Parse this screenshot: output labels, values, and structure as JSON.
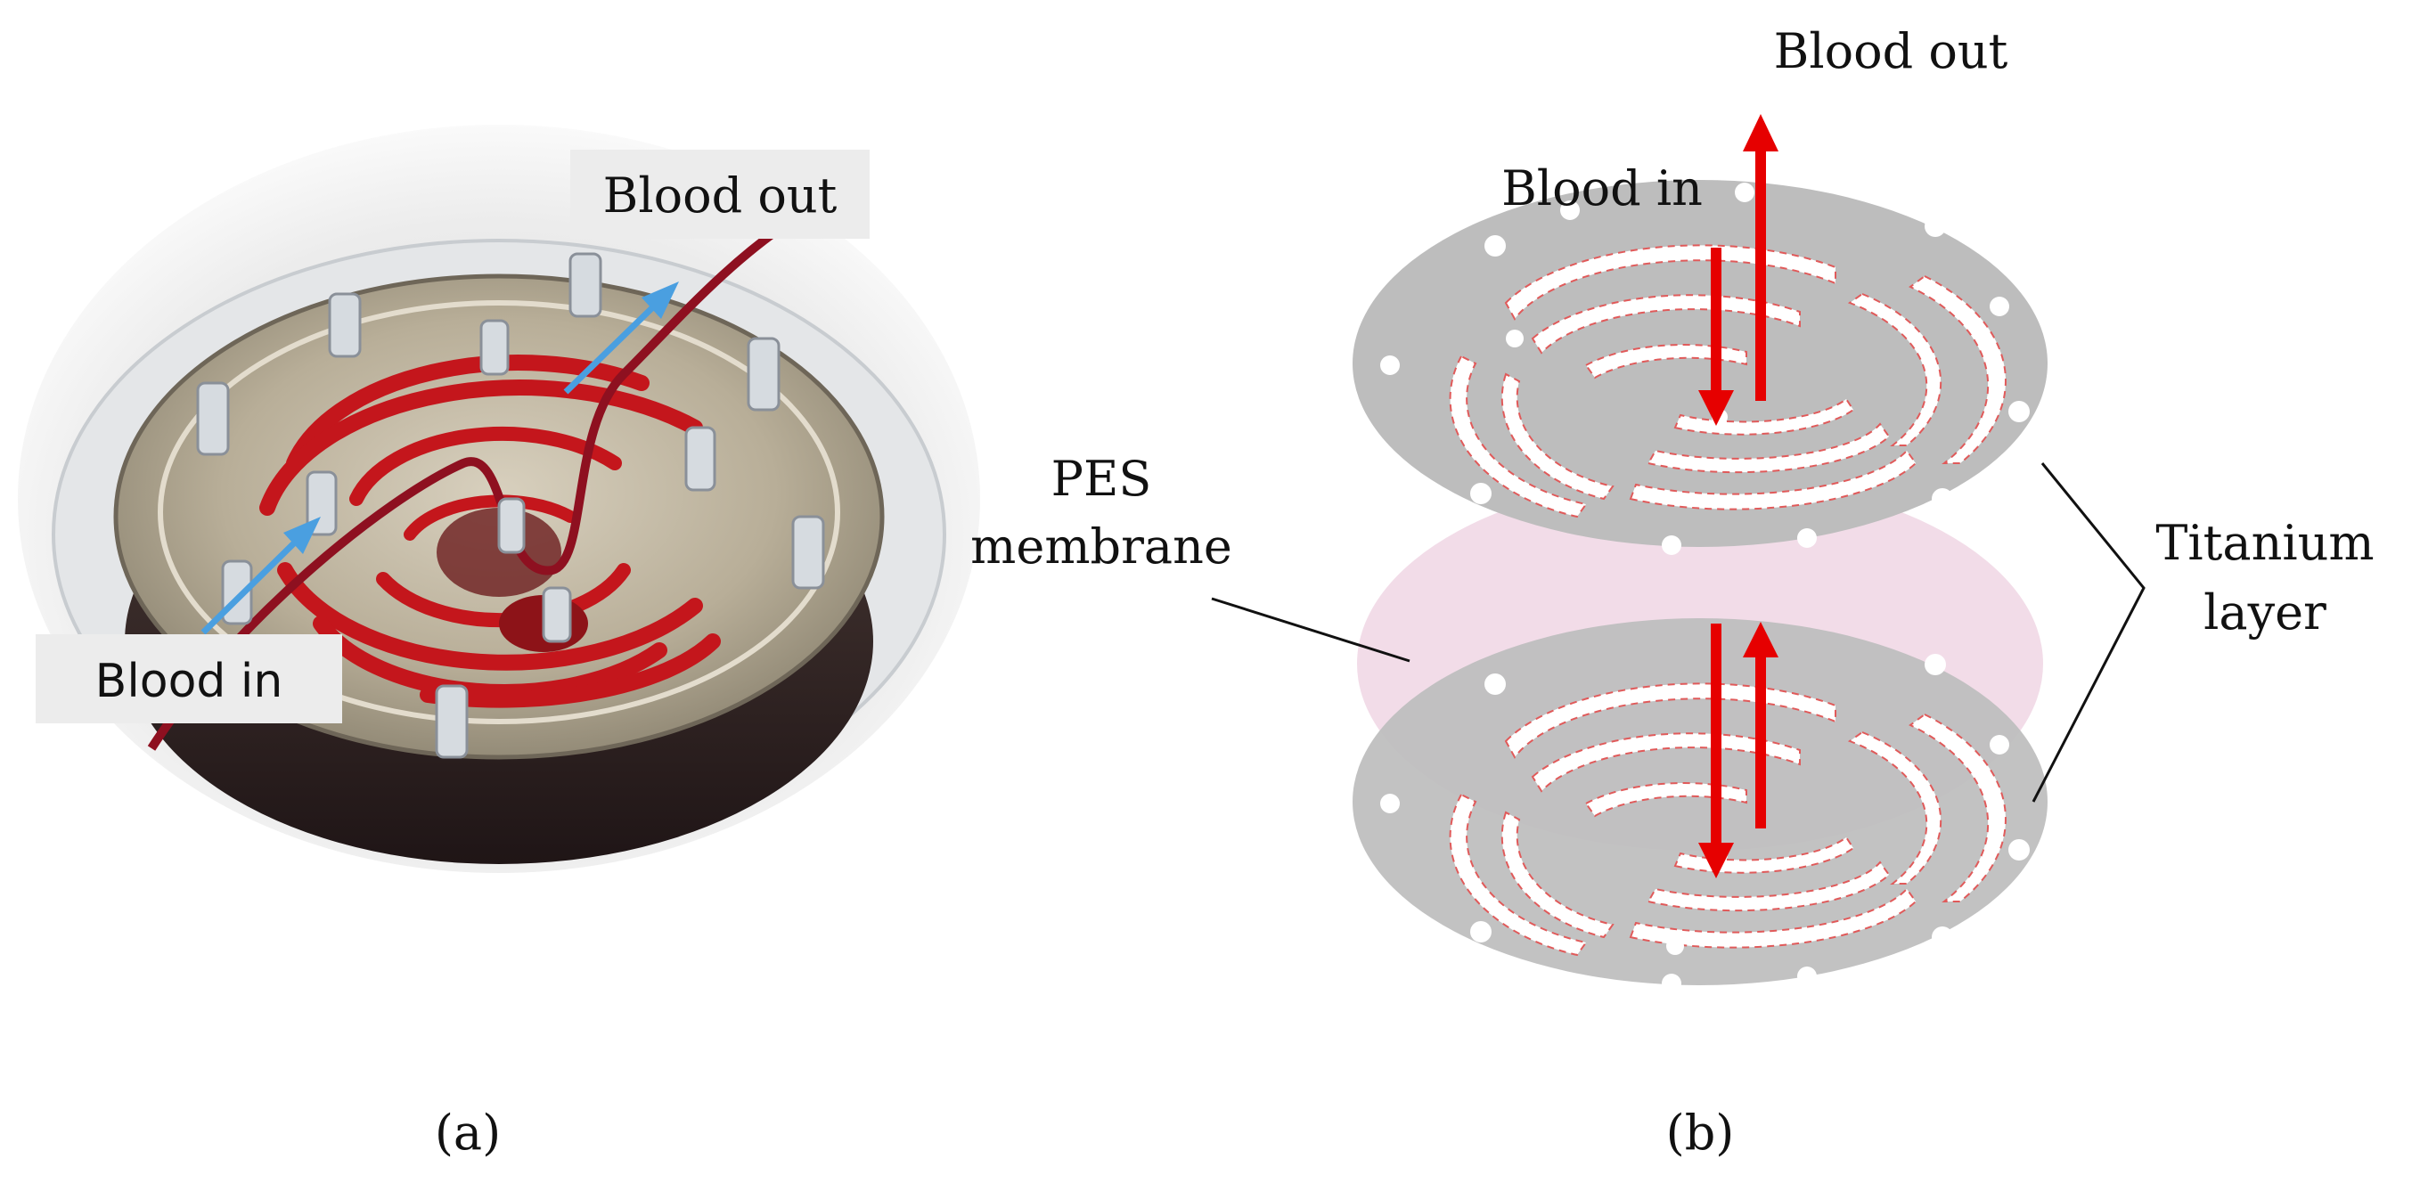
{
  "panel_a": {
    "blood_out": "Blood out",
    "blood_in": "Blood in",
    "caption": "(a)"
  },
  "panel_b": {
    "blood_out": "Blood out",
    "blood_in": "Blood in",
    "pes_line1": "PES",
    "pes_line2": "membrane",
    "titanium_line1": "Titanium",
    "titanium_line2": "layer",
    "caption": "(b)"
  },
  "colors": {
    "blood": "#c4161c",
    "flow_arrow": "#e60000",
    "blue_arrow": "#4a9fe0",
    "titanium": "#bdbdbd",
    "membrane": "#e8bfd6"
  }
}
